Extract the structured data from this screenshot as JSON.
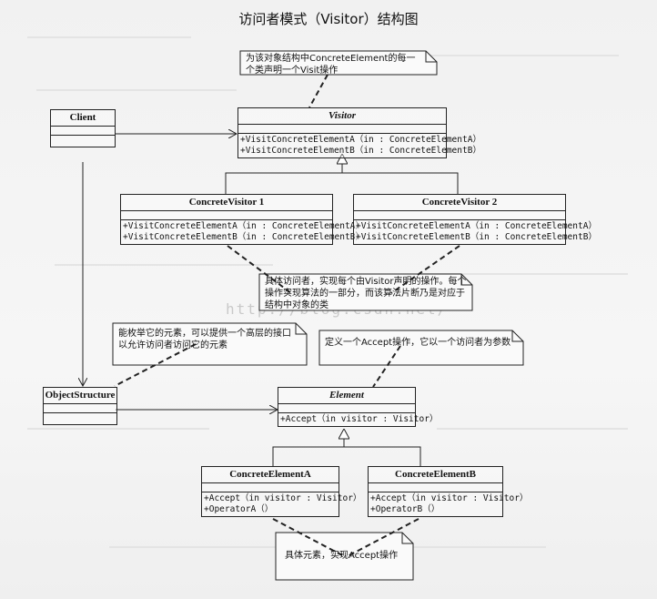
{
  "title": "访问者模式（Visitor）结构图",
  "watermark": "http://blog.csdn.net/",
  "classes": {
    "client": {
      "name": "Client",
      "ops": []
    },
    "visitor": {
      "name": "Visitor",
      "ops": [
        "+VisitConcreteElementA（in  : ConcreteElementA）",
        "+VisitConcreteElementB（in  : ConcreteElementB）"
      ]
    },
    "cv1": {
      "name": "ConcreteVisitor 1",
      "ops": [
        "+VisitConcreteElementA（in  : ConcreteElementA）",
        "+VisitConcreteElementB（in  : ConcreteElementB）"
      ]
    },
    "cv2": {
      "name": "ConcreteVisitor 2",
      "ops": [
        "+VisitConcreteElementA（in  : ConcreteElementA）",
        "+VisitConcreteElementB（in  : ConcreteElementB）"
      ]
    },
    "objstruct": {
      "name": "ObjectStructure",
      "ops": []
    },
    "element": {
      "name": "Element",
      "ops": [
        "+Accept（in visitor  : Visitor）"
      ]
    },
    "cea": {
      "name": "ConcreteElementA",
      "ops": [
        "+Accept（in visitor  : Visitor）",
        "+OperatorA（）"
      ]
    },
    "ceb": {
      "name": "ConcreteElementB",
      "ops": [
        "+Accept（in visitor  : Visitor）",
        "+OperatorB（）"
      ]
    }
  },
  "notes": {
    "visitor_note": "为该对象结构中ConcreteElement的每一个类声明一个Visit操作",
    "cv_note": "具体访问者，实现每个由Visitor声明的操作。每个操作实现算法的一部分，而该算法片断乃是对应于结构中对象的类",
    "os_note": "能枚举它的元素，可以提供一个高层的接口以允许访问者访问它的元素",
    "element_note": "定义一个Accept操作，它以一个访问者为参数",
    "ce_note": "具体元素，实现Accept操作"
  }
}
